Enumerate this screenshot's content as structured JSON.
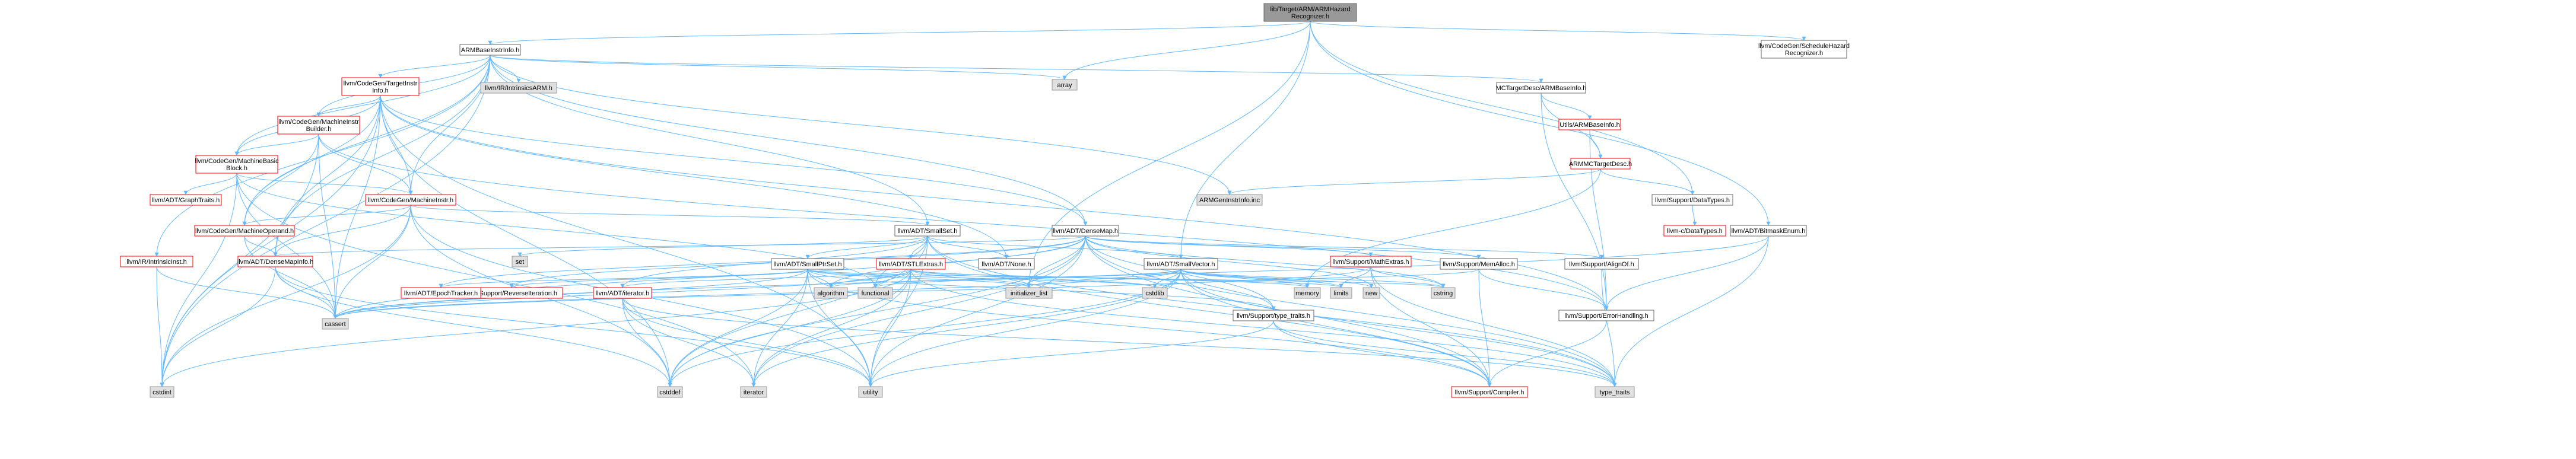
{
  "colors": {
    "root_fill": "#999999",
    "normal_fill": "#ffffff",
    "normal_stroke": "#666666",
    "ext_fill": "#e0e0e0",
    "ext_stroke": "#999999",
    "red": "#ff0000",
    "edge": "#63b8ff"
  },
  "nodes": [
    {
      "id": "root",
      "label": "lib/Target/ARM/ARMHazard\nRecognizer.h",
      "style": "root"
    },
    {
      "id": "ARMBaseInstrInfo",
      "label": "ARMBaseInstrInfo.h",
      "style": "normal"
    },
    {
      "id": "array",
      "label": "array",
      "style": "ext"
    },
    {
      "id": "ScheduleHazard",
      "label": "llvm/CodeGen/ScheduleHazard\nRecognizer.h",
      "style": "normal"
    },
    {
      "id": "TargetInstrInfo",
      "label": "llvm/CodeGen/TargetInstr\nInfo.h",
      "style": "red"
    },
    {
      "id": "IntrinsicsARM",
      "label": "llvm/IR/IntrinsicsARM.h",
      "style": "ext"
    },
    {
      "id": "MCARMBaseInfo",
      "label": "MCTargetDesc/ARMBaseInfo.h",
      "style": "normal"
    },
    {
      "id": "MIBuilder",
      "label": "llvm/CodeGen/MachineInstr\nBuilder.h",
      "style": "red"
    },
    {
      "id": "UtilsARMBaseInfo",
      "label": "Utils/ARMBaseInfo.h",
      "style": "red"
    },
    {
      "id": "MBB",
      "label": "llvm/CodeGen/MachineBasic\nBlock.h",
      "style": "red"
    },
    {
      "id": "ARMMCTargetDesc",
      "label": "ARMMCTargetDesc.h",
      "style": "red"
    },
    {
      "id": "GraphTraits",
      "label": "llvm/ADT/GraphTraits.h",
      "style": "red"
    },
    {
      "id": "MachineInstr",
      "label": "llvm/CodeGen/MachineInstr.h",
      "style": "red"
    },
    {
      "id": "ARMGenInstrInfo",
      "label": "ARMGenInstrInfo.inc",
      "style": "ext"
    },
    {
      "id": "DataTypesH",
      "label": "llvm/Support/DataTypes.h",
      "style": "normal"
    },
    {
      "id": "MachineOperand",
      "label": "llvm/CodeGen/MachineOperand.h",
      "style": "red"
    },
    {
      "id": "SmallSet",
      "label": "llvm/ADT/SmallSet.h",
      "style": "normal"
    },
    {
      "id": "DenseMap",
      "label": "llvm/ADT/DenseMap.h",
      "style": "normal"
    },
    {
      "id": "DataTypes2",
      "label": "llvm-c/DataTypes.h",
      "style": "red"
    },
    {
      "id": "BitmaskEnum",
      "label": "llvm/ADT/BitmaskEnum.h",
      "style": "normal"
    },
    {
      "id": "IntrinsicInst",
      "label": "llvm/IR/IntrinsicInst.h",
      "style": "red"
    },
    {
      "id": "DenseMapInfo",
      "label": "llvm/ADT/DenseMapInfo.h",
      "style": "red"
    },
    {
      "id": "set",
      "label": "set",
      "style": "ext"
    },
    {
      "id": "SmallPtrSet",
      "label": "llvm/ADT/SmallPtrSet.h",
      "style": "normal"
    },
    {
      "id": "STLExtras",
      "label": "llvm/ADT/STLExtras.h",
      "style": "red"
    },
    {
      "id": "ADTNone",
      "label": "llvm/ADT/None.h",
      "style": "normal"
    },
    {
      "id": "SmallVector",
      "label": "llvm/ADT/SmallVector.h",
      "style": "normal"
    },
    {
      "id": "MathExtras",
      "label": "llvm/Support/MathExtras.h",
      "style": "red"
    },
    {
      "id": "MemAlloc",
      "label": "llvm/Support/MemAlloc.h",
      "style": "normal"
    },
    {
      "id": "AlignOf",
      "label": "llvm/Support/AlignOf.h",
      "style": "normal"
    },
    {
      "id": "ReverseIteration",
      "label": "llvm/Support/ReverseIteration.h",
      "style": "red"
    },
    {
      "id": "EpochTracker",
      "label": "llvm/ADT/EpochTracker.h",
      "style": "red"
    },
    {
      "id": "ADTiterator",
      "label": "llvm/ADT/iterator.h",
      "style": "red"
    },
    {
      "id": "algorithm",
      "label": "algorithm",
      "style": "ext"
    },
    {
      "id": "functional",
      "label": "functional",
      "style": "ext"
    },
    {
      "id": "initializer_list",
      "label": "initializer_list",
      "style": "ext"
    },
    {
      "id": "cstdlib",
      "label": "cstdlib",
      "style": "ext"
    },
    {
      "id": "memory",
      "label": "memory",
      "style": "ext"
    },
    {
      "id": "limits",
      "label": "limits",
      "style": "ext"
    },
    {
      "id": "new",
      "label": "new",
      "style": "ext"
    },
    {
      "id": "cstring",
      "label": "cstring",
      "style": "ext"
    },
    {
      "id": "typetraitsH",
      "label": "llvm/Support/type_traits.h",
      "style": "normal"
    },
    {
      "id": "ErrorHandling",
      "label": "llvm/Support/ErrorHandling.h",
      "style": "normal"
    },
    {
      "id": "Compiler",
      "label": "llvm/Support/Compiler.h",
      "style": "red"
    },
    {
      "id": "type_traits",
      "label": "type_traits",
      "style": "ext"
    },
    {
      "id": "cassert",
      "label": "cassert",
      "style": "ext"
    },
    {
      "id": "cstdint",
      "label": "cstdint",
      "style": "ext"
    },
    {
      "id": "cstddef",
      "label": "cstddef",
      "style": "ext"
    },
    {
      "id": "iterator",
      "label": "iterator",
      "style": "ext"
    },
    {
      "id": "utility",
      "label": "utility",
      "style": "ext"
    }
  ],
  "edges": [
    [
      "root",
      "ARMBaseInstrInfo"
    ],
    [
      "root",
      "array"
    ],
    [
      "root",
      "ScheduleHazard"
    ],
    [
      "root",
      "DataTypesH"
    ],
    [
      "root",
      "BitmaskEnum"
    ],
    [
      "root",
      "SmallVector"
    ],
    [
      "root",
      "initializer_list"
    ],
    [
      "ARMBaseInstrInfo",
      "TargetInstrInfo"
    ],
    [
      "ARMBaseInstrInfo",
      "IntrinsicsARM"
    ],
    [
      "ARMBaseInstrInfo",
      "MCARMBaseInfo"
    ],
    [
      "ARMBaseInstrInfo",
      "array"
    ],
    [
      "ARMBaseInstrInfo",
      "MIBuilder"
    ],
    [
      "ARMBaseInstrInfo",
      "MBB"
    ],
    [
      "ARMBaseInstrInfo",
      "MachineInstr"
    ],
    [
      "ARMBaseInstrInfo",
      "ARMGenInstrInfo"
    ],
    [
      "ARMBaseInstrInfo",
      "MachineOperand"
    ],
    [
      "ARMBaseInstrInfo",
      "SmallSet"
    ],
    [
      "ARMBaseInstrInfo",
      "DenseMap"
    ],
    [
      "ARMBaseInstrInfo",
      "IntrinsicInst"
    ],
    [
      "ARMBaseInstrInfo",
      "DenseMapInfo"
    ],
    [
      "ARMBaseInstrInfo",
      "cstdint"
    ],
    [
      "TargetInstrInfo",
      "MIBuilder"
    ],
    [
      "TargetInstrInfo",
      "MBB"
    ],
    [
      "TargetInstrInfo",
      "MachineInstr"
    ],
    [
      "TargetInstrInfo",
      "MachineOperand"
    ],
    [
      "TargetInstrInfo",
      "DenseMap"
    ],
    [
      "TargetInstrInfo",
      "ADTNone"
    ],
    [
      "TargetInstrInfo",
      "DenseMapInfo"
    ],
    [
      "TargetInstrInfo",
      "ErrorHandling"
    ],
    [
      "TargetInstrInfo",
      "cassert"
    ],
    [
      "TargetInstrInfo",
      "cstddef"
    ],
    [
      "TargetInstrInfo",
      "cstdint"
    ],
    [
      "TargetInstrInfo",
      "utility"
    ],
    [
      "MCARMBaseInfo",
      "UtilsARMBaseInfo"
    ],
    [
      "MCARMBaseInfo",
      "ARMMCTargetDesc"
    ],
    [
      "MCARMBaseInfo",
      "ErrorHandling"
    ],
    [
      "UtilsARMBaseInfo",
      "ARMMCTargetDesc"
    ],
    [
      "UtilsARMBaseInfo",
      "ErrorHandling"
    ],
    [
      "ARMMCTargetDesc",
      "ARMGenInstrInfo"
    ],
    [
      "ARMMCTargetDesc",
      "DataTypesH"
    ],
    [
      "ARMMCTargetDesc",
      "memory"
    ],
    [
      "DataTypesH",
      "DataTypes2"
    ],
    [
      "BitmaskEnum",
      "ErrorHandling"
    ],
    [
      "BitmaskEnum",
      "type_traits"
    ],
    [
      "BitmaskEnum",
      "cassert"
    ],
    [
      "MIBuilder",
      "MBB"
    ],
    [
      "MIBuilder",
      "MachineInstr"
    ],
    [
      "MIBuilder",
      "MachineOperand"
    ],
    [
      "MIBuilder",
      "ErrorHandling"
    ],
    [
      "MIBuilder",
      "cassert"
    ],
    [
      "MIBuilder",
      "cstdint"
    ],
    [
      "MBB",
      "GraphTraits"
    ],
    [
      "MBB",
      "MachineInstr"
    ],
    [
      "MBB",
      "cassert"
    ],
    [
      "MBB",
      "iterator"
    ],
    [
      "MBB",
      "cstdint"
    ],
    [
      "MBB",
      "functional"
    ],
    [
      "MachineInstr",
      "MachineOperand"
    ],
    [
      "MachineInstr",
      "SmallSet"
    ],
    [
      "MachineInstr",
      "DenseMapInfo"
    ],
    [
      "MachineInstr",
      "cassert"
    ],
    [
      "MachineInstr",
      "cstddef"
    ],
    [
      "MachineInstr",
      "cstdint"
    ],
    [
      "MachineInstr",
      "utility"
    ],
    [
      "MachineOperand",
      "DenseMapInfo"
    ],
    [
      "MachineOperand",
      "cassert"
    ],
    [
      "SmallSet",
      "SmallPtrSet"
    ],
    [
      "SmallSet",
      "SmallVector"
    ],
    [
      "SmallSet",
      "ADTNone"
    ],
    [
      "SmallSet",
      "STLExtras"
    ],
    [
      "SmallSet",
      "ADTiterator"
    ],
    [
      "SmallSet",
      "Compiler"
    ],
    [
      "SmallSet",
      "type_traits"
    ],
    [
      "SmallSet",
      "cstddef"
    ],
    [
      "SmallSet",
      "functional"
    ],
    [
      "SmallSet",
      "set"
    ],
    [
      "SmallSet",
      "utility"
    ],
    [
      "DenseMap",
      "DenseMapInfo"
    ],
    [
      "DenseMap",
      "EpochTracker"
    ],
    [
      "DenseMap",
      "AlignOf"
    ],
    [
      "DenseMap",
      "Compiler"
    ],
    [
      "DenseMap",
      "MathExtras"
    ],
    [
      "DenseMap",
      "MemAlloc"
    ],
    [
      "DenseMap",
      "ReverseIteration"
    ],
    [
      "DenseMap",
      "typetraitsH"
    ],
    [
      "DenseMap",
      "algorithm"
    ],
    [
      "DenseMap",
      "cassert"
    ],
    [
      "DenseMap",
      "cstddef"
    ],
    [
      "DenseMap",
      "cstring"
    ],
    [
      "DenseMap",
      "initializer_list"
    ],
    [
      "DenseMap",
      "iterator"
    ],
    [
      "DenseMap",
      "new"
    ],
    [
      "DenseMap",
      "type_traits"
    ],
    [
      "DenseMap",
      "utility"
    ],
    [
      "IntrinsicInst",
      "cassert"
    ],
    [
      "IntrinsicInst",
      "cstdint"
    ],
    [
      "DenseMapInfo",
      "cassert"
    ],
    [
      "DenseMapInfo",
      "cstddef"
    ],
    [
      "DenseMapInfo",
      "cstdint"
    ],
    [
      "DenseMapInfo",
      "utility"
    ],
    [
      "SmallPtrSet",
      "EpochTracker"
    ],
    [
      "SmallPtrSet",
      "Compiler"
    ],
    [
      "SmallPtrSet",
      "ReverseIteration"
    ],
    [
      "SmallPtrSet",
      "typetraitsH"
    ],
    [
      "SmallPtrSet",
      "algorithm"
    ],
    [
      "SmallPtrSet",
      "cassert"
    ],
    [
      "SmallPtrSet",
      "cstddef"
    ],
    [
      "SmallPtrSet",
      "cstdlib"
    ],
    [
      "SmallPtrSet",
      "cstring"
    ],
    [
      "SmallPtrSet",
      "initializer_list"
    ],
    [
      "SmallPtrSet",
      "iterator"
    ],
    [
      "SmallPtrSet",
      "utility"
    ],
    [
      "STLExtras",
      "ADTiterator"
    ],
    [
      "STLExtras",
      "algorithm"
    ],
    [
      "STLExtras",
      "cassert"
    ],
    [
      "STLExtras",
      "cstddef"
    ],
    [
      "STLExtras",
      "cstdint"
    ],
    [
      "STLExtras",
      "cstdlib"
    ],
    [
      "STLExtras",
      "functional"
    ],
    [
      "STLExtras",
      "initializer_list"
    ],
    [
      "STLExtras",
      "iterator"
    ],
    [
      "STLExtras",
      "limits"
    ],
    [
      "STLExtras",
      "memory"
    ],
    [
      "STLExtras",
      "type_traits"
    ],
    [
      "STLExtras",
      "utility"
    ],
    [
      "SmallVector",
      "Compiler"
    ],
    [
      "SmallVector",
      "typetraitsH"
    ],
    [
      "SmallVector",
      "algorithm"
    ],
    [
      "SmallVector",
      "cassert"
    ],
    [
      "SmallVector",
      "cstddef"
    ],
    [
      "SmallVector",
      "cstdlib"
    ],
    [
      "SmallVector",
      "cstring"
    ],
    [
      "SmallVector",
      "functional"
    ],
    [
      "SmallVector",
      "initializer_list"
    ],
    [
      "SmallVector",
      "iterator"
    ],
    [
      "SmallVector",
      "limits"
    ],
    [
      "SmallVector",
      "memory"
    ],
    [
      "SmallVector",
      "new"
    ],
    [
      "SmallVector",
      "type_traits"
    ],
    [
      "SmallVector",
      "utility"
    ],
    [
      "MathExtras",
      "Compiler"
    ],
    [
      "MathExtras",
      "cassert"
    ],
    [
      "MathExtras",
      "cstring"
    ],
    [
      "MathExtras",
      "limits"
    ],
    [
      "MathExtras",
      "type_traits"
    ],
    [
      "MemAlloc",
      "Compiler"
    ],
    [
      "MemAlloc",
      "ErrorHandling"
    ],
    [
      "MemAlloc",
      "cstdlib"
    ],
    [
      "AlignOf",
      "type_traits"
    ],
    [
      "ADTiterator",
      "ADTiterator"
    ],
    [
      "ADTiterator",
      "cstddef"
    ],
    [
      "ADTiterator",
      "iterator"
    ],
    [
      "ADTiterator",
      "type_traits"
    ],
    [
      "ADTiterator",
      "utility"
    ],
    [
      "typetraitsH",
      "Compiler"
    ],
    [
      "typetraitsH",
      "type_traits"
    ],
    [
      "typetraitsH",
      "utility"
    ],
    [
      "ErrorHandling",
      "Compiler"
    ]
  ]
}
